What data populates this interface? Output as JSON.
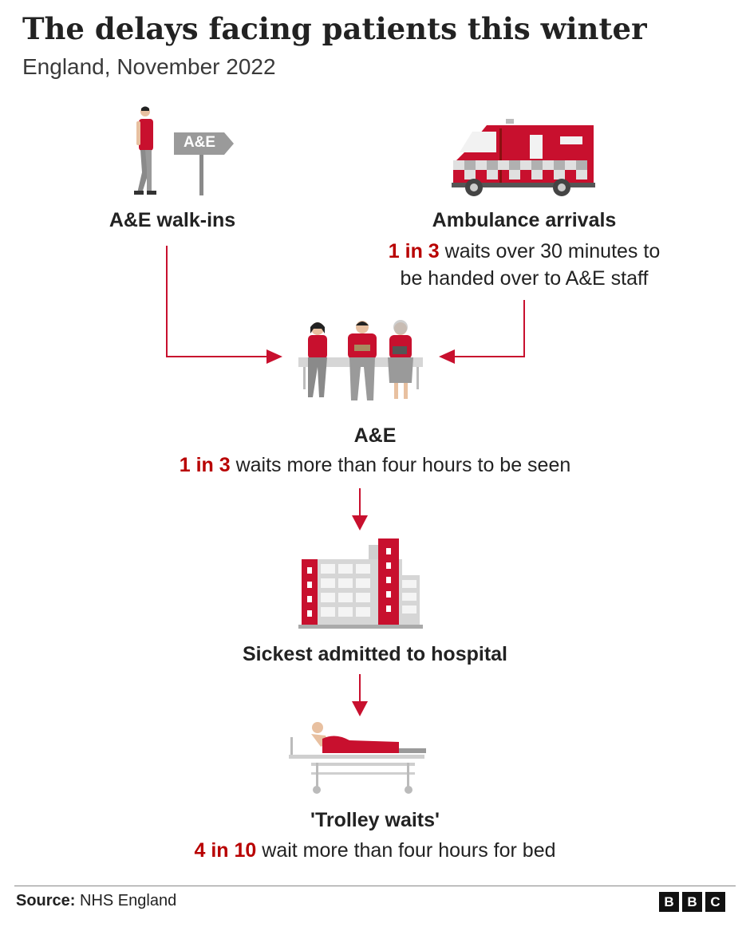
{
  "title": "The delays facing patients this winter",
  "subtitle": "England, November 2022",
  "nodes": {
    "walkins": {
      "label": "A&E walk-ins",
      "sign_text": "A&E"
    },
    "ambulance": {
      "label": "Ambulance arrivals",
      "stat_highlight": "1 in 3",
      "stat_line1": " waits over 30 minutes to",
      "stat_line2": "be handed over to A&E staff"
    },
    "ae": {
      "label": "A&E",
      "stat_highlight": "1 in 3",
      "stat_text": " waits more than four hours to be seen"
    },
    "hospital": {
      "label": "Sickest admitted to hospital"
    },
    "trolley": {
      "label": "'Trolley waits'",
      "stat_highlight": "4 in 10",
      "stat_text": " wait more than four hours for bed"
    }
  },
  "footer": {
    "source_label": "Source:",
    "source_value": " NHS England",
    "logo_letters": [
      "B",
      "B",
      "C"
    ]
  },
  "colors": {
    "accent": "#b80000",
    "grey": "#9a9a9a",
    "text": "#222222"
  }
}
